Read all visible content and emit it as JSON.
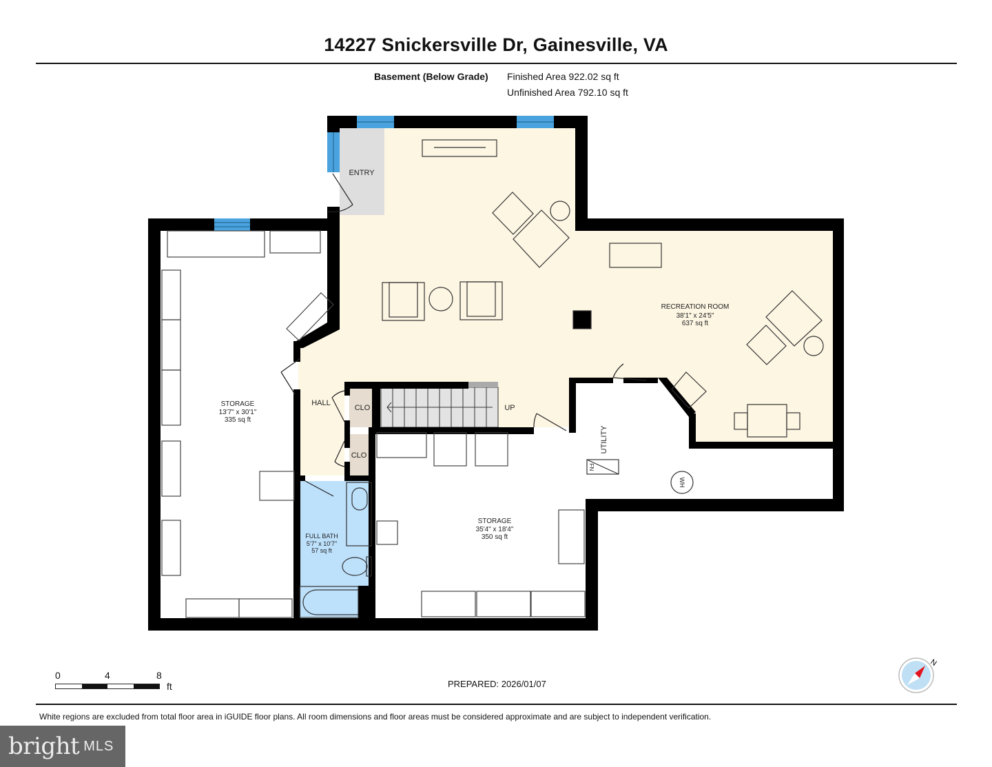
{
  "header": {
    "title": "14227 Snickersville Dr, Gainesville, VA",
    "level_label": "Basement (Below Grade)",
    "finished_area": "Finished Area 922.02 sq ft",
    "unfinished_area": "Unfinished Area 792.10 sq ft"
  },
  "rooms": {
    "entry": {
      "name": "ENTRY"
    },
    "recreation": {
      "name": "RECREATION ROOM",
      "dims": "38'1\" x 24'5\"",
      "area": "637 sq ft"
    },
    "storage_west": {
      "name": "STORAGE",
      "dims": "13'7\" x 30'1\"",
      "area": "335 sq ft"
    },
    "hall": {
      "name": "HALL"
    },
    "closet_upper": {
      "name": "CLO"
    },
    "closet_lower": {
      "name": "CLO"
    },
    "stairs": {
      "name": "UP"
    },
    "utility": {
      "name": "UTILITY"
    },
    "full_bath": {
      "name": "FULL BATH",
      "dims": "5'7\" x 10'7\"",
      "area": "57 sq ft"
    },
    "storage_south": {
      "name": "STORAGE",
      "dims": "35'4\" x 18'4\"",
      "area": "350 sq ft"
    },
    "furnace": {
      "name": "FN"
    },
    "water_heater": {
      "name": "WH"
    }
  },
  "colors": {
    "finished": "#fdf6e3",
    "bath": "#bde0fb",
    "closet": "#e6dccf",
    "entry": "#dedede",
    "window": "#4aa3df",
    "wall": "#000000",
    "compass_bg": "#bfdff5",
    "compass_needle": "#e4141e"
  },
  "scale": {
    "ticks": [
      "0",
      "4",
      "8"
    ],
    "unit": "ft"
  },
  "footer": {
    "prepared": "PREPARED: 2026/01/07",
    "disclaimer": "White regions are excluded from total floor area in iGUIDE floor plans. All room dimensions and floor areas must be considered approximate and are subject to independent verification.",
    "compass_label": "N"
  },
  "brand": {
    "name": "bright",
    "sub": "MLS"
  }
}
